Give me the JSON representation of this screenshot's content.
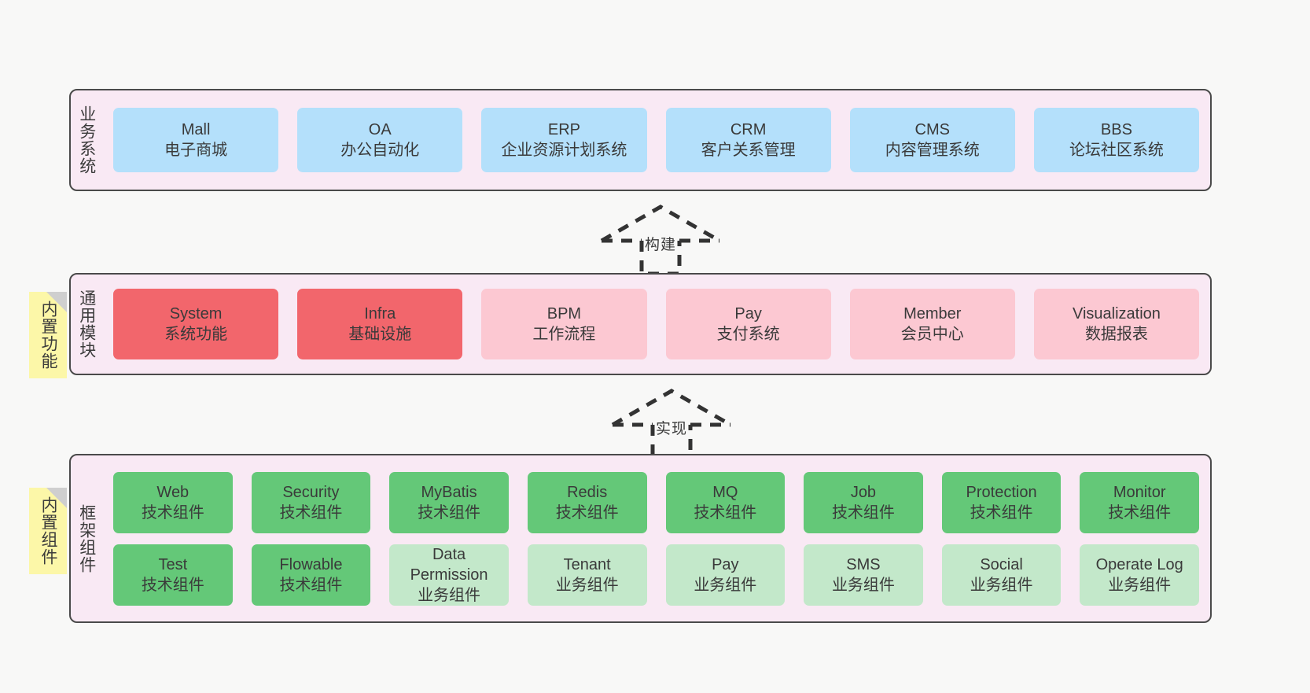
{
  "page": {
    "background": "#f8f8f7",
    "panel_background": "#f9e9f4",
    "panel_border": "#4a4a4a",
    "note_background": "#fcf7a8"
  },
  "layers": [
    {
      "id": "business-systems",
      "title": "业务系统",
      "rows": [
        {
          "nodes": [
            {
              "name": "Mall",
              "sub": "电子商城",
              "color": "#b4e0fb"
            },
            {
              "name": "OA",
              "sub": "办公自动化",
              "color": "#b4e0fb"
            },
            {
              "name": "ERP",
              "sub": "企业资源计划系统",
              "color": "#b4e0fb"
            },
            {
              "name": "CRM",
              "sub": "客户关系管理",
              "color": "#b4e0fb"
            },
            {
              "name": "CMS",
              "sub": "内容管理系统",
              "color": "#b4e0fb"
            },
            {
              "name": "BBS",
              "sub": "论坛社区系统",
              "color": "#b4e0fb"
            }
          ]
        }
      ]
    },
    {
      "id": "common-modules",
      "title": "通用模块",
      "note": "内置功能",
      "rows": [
        {
          "nodes": [
            {
              "name": "System",
              "sub": "系统功能",
              "color": "#f2666c"
            },
            {
              "name": "Infra",
              "sub": "基础设施",
              "color": "#f2666c"
            },
            {
              "name": "BPM",
              "sub": "工作流程",
              "color": "#fcc8d2"
            },
            {
              "name": "Pay",
              "sub": "支付系统",
              "color": "#fcc8d2"
            },
            {
              "name": "Member",
              "sub": "会员中心",
              "color": "#fcc8d2"
            },
            {
              "name": "Visualization",
              "sub": "数据报表",
              "color": "#fcc8d2"
            }
          ]
        }
      ]
    },
    {
      "id": "framework-components",
      "title": "框架组件",
      "note": "内置组件",
      "rows": [
        {
          "nodes": [
            {
              "name": "Web",
              "sub": "技术组件",
              "color": "#64c878"
            },
            {
              "name": "Security",
              "sub": "技术组件",
              "color": "#64c878"
            },
            {
              "name": "MyBatis",
              "sub": "技术组件",
              "color": "#64c878"
            },
            {
              "name": "Redis",
              "sub": "技术组件",
              "color": "#64c878"
            },
            {
              "name": "MQ",
              "sub": "技术组件",
              "color": "#64c878"
            },
            {
              "name": "Job",
              "sub": "技术组件",
              "color": "#64c878"
            },
            {
              "name": "Protection",
              "sub": "技术组件",
              "color": "#64c878"
            },
            {
              "name": "Monitor",
              "sub": "技术组件",
              "color": "#64c878"
            }
          ]
        },
        {
          "nodes": [
            {
              "name": "Test",
              "sub": "技术组件",
              "color": "#64c878"
            },
            {
              "name": "Flowable",
              "sub": "技术组件",
              "color": "#64c878"
            },
            {
              "name": "Data Permission",
              "sub": "业务组件",
              "color": "#c3e8ca"
            },
            {
              "name": "Tenant",
              "sub": "业务组件",
              "color": "#c3e8ca"
            },
            {
              "name": "Pay",
              "sub": "业务组件",
              "color": "#c3e8ca"
            },
            {
              "name": "SMS",
              "sub": "业务组件",
              "color": "#c3e8ca"
            },
            {
              "name": "Social",
              "sub": "业务组件",
              "color": "#c3e8ca"
            },
            {
              "name": "Operate Log",
              "sub": "业务组件",
              "color": "#c3e8ca"
            }
          ]
        }
      ]
    }
  ],
  "connectors": [
    {
      "id": "build",
      "label": "构建"
    },
    {
      "id": "implement",
      "label": "实现"
    }
  ]
}
